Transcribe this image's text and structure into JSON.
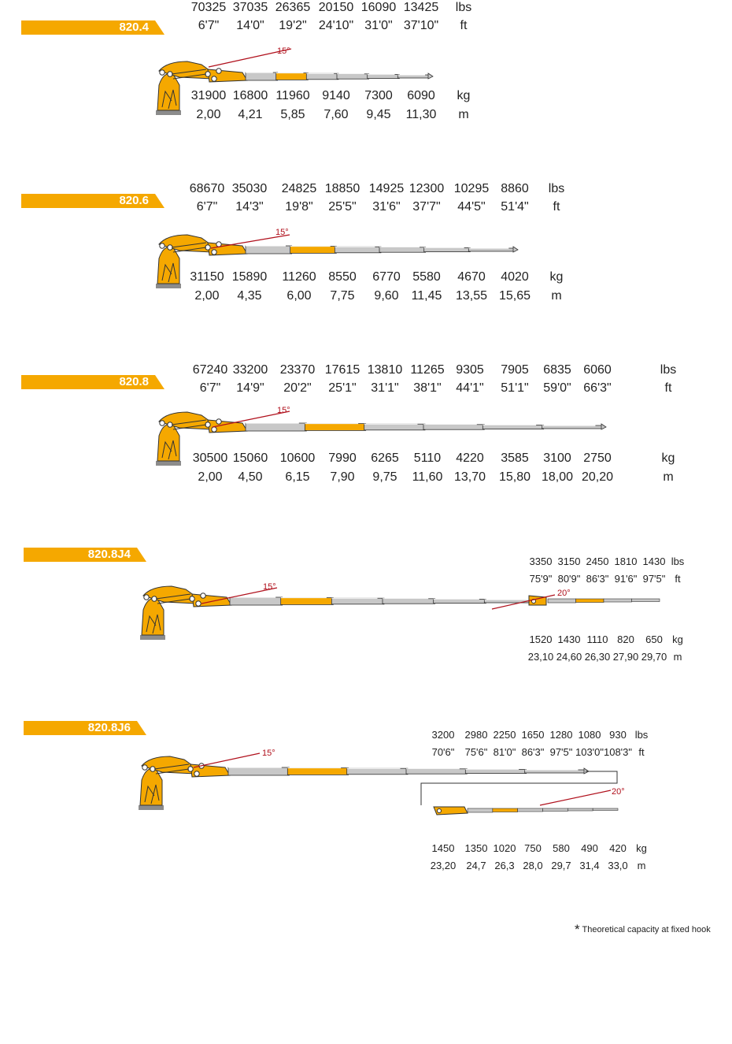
{
  "colors": {
    "accent": "#f5a800",
    "boom": "#c8c8c8",
    "line": "#b0101c"
  },
  "angle_main": "15°",
  "angle_jib": "20°",
  "footnote": {
    "star": "*",
    "text": "Theoretical capacity at fixed hook"
  },
  "models": [
    {
      "name": "820.4",
      "lbs": [
        "70325",
        "37035",
        "26365",
        "20150",
        "16090",
        "13425"
      ],
      "ft": [
        "6'7\"",
        "14'0\"",
        "19'2\"",
        "24'10\"",
        "31'0\"",
        "37'10\""
      ],
      "kg": [
        "31900",
        "16800",
        "11960",
        "9140",
        "7300",
        "6090"
      ],
      "m": [
        "2,00",
        "4,21",
        "5,85",
        "7,60",
        "9,45",
        "11,30"
      ],
      "units": {
        "lbs": "lbs",
        "ft": "ft",
        "kg": "kg",
        "m": "m"
      }
    },
    {
      "name": "820.6",
      "lbs": [
        "68670",
        "35030",
        "24825",
        "18850",
        "14925",
        "12300",
        "10295",
        "8860"
      ],
      "ft": [
        "6'7\"",
        "14'3\"",
        "19'8\"",
        "25'5\"",
        "31'6\"",
        "37'7\"",
        "44'5\"",
        "51'4\""
      ],
      "kg": [
        "31150",
        "15890",
        "11260",
        "8550",
        "6770",
        "5580",
        "4670",
        "4020"
      ],
      "m": [
        "2,00",
        "4,35",
        "6,00",
        "7,75",
        "9,60",
        "11,45",
        "13,55",
        "15,65"
      ],
      "units": {
        "lbs": "lbs",
        "ft": "ft",
        "kg": "kg",
        "m": "m"
      }
    },
    {
      "name": "820.8",
      "lbs": [
        "67240",
        "33200",
        "23370",
        "17615",
        "13810",
        "11265",
        "9305",
        "7905",
        "6835",
        "6060"
      ],
      "ft": [
        "6'7\"",
        "14'9\"",
        "20'2\"",
        "25'1\"",
        "31'1\"",
        "38'1\"",
        "44'1\"",
        "51'1\"",
        "59'0\"",
        "66'3\""
      ],
      "kg": [
        "30500",
        "15060",
        "10600",
        "7990",
        "6265",
        "5110",
        "4220",
        "3585",
        "3100",
        "2750"
      ],
      "m": [
        "2,00",
        "4,50",
        "6,15",
        "7,90",
        "9,75",
        "11,60",
        "13,70",
        "15,80",
        "18,00",
        "20,20"
      ],
      "units": {
        "lbs": "lbs",
        "ft": "ft",
        "kg": "kg",
        "m": "m"
      }
    },
    {
      "name": "820.8J4",
      "lbs": [
        "3350",
        "3150",
        "2450",
        "1810",
        "1430"
      ],
      "ft": [
        "75'9\"",
        "80'9\"",
        "86'3\"",
        "91'6\"",
        "97'5\""
      ],
      "kg": [
        "1520",
        "1430",
        "1110",
        "820",
        "650"
      ],
      "m": [
        "23,10",
        "24,60",
        "26,30",
        "27,90",
        "29,70"
      ],
      "units": {
        "lbs": "lbs",
        "ft": "ft",
        "kg": "kg",
        "m": "m"
      }
    },
    {
      "name": "820.8J6",
      "lbs": [
        "3200",
        "2980",
        "2250",
        "1650",
        "1280",
        "1080",
        "930"
      ],
      "ft": [
        "70'6\"",
        "75'6\"",
        "81'0\"",
        "86'3\"",
        "97'5\"",
        "103'0\"",
        "108'3\""
      ],
      "kg": [
        "1450",
        "1350",
        "1020",
        "750",
        "580",
        "490",
        "420"
      ],
      "m": [
        "23,20",
        "24,7",
        "26,3",
        "28,0",
        "29,7",
        "31,4",
        "33,0"
      ],
      "units": {
        "lbs": "lbs",
        "ft": "ft",
        "kg": "kg",
        "m": "m"
      }
    }
  ]
}
